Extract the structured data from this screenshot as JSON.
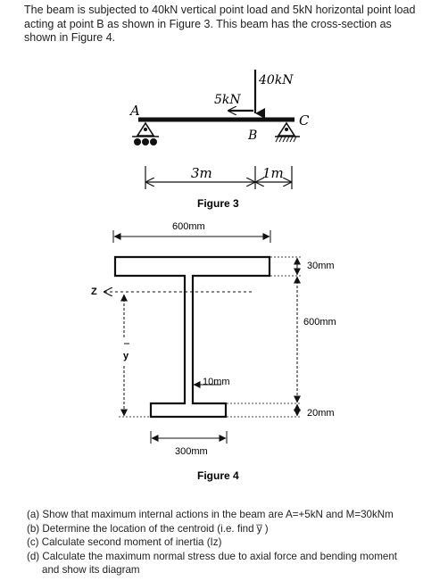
{
  "intro_text": "The beam is subjected to 40kN vertical point load and 5kN horizontal point load acting at point B as shown in Figure 3. This beam has the cross-section as shown in Figure 4.",
  "figure3": {
    "load_vertical": "40kN",
    "load_horizontal": "5kN",
    "point_a": "A",
    "point_b": "B",
    "point_c": "C",
    "span_ab": "3m",
    "span_bc": "1m",
    "caption": "Figure 3"
  },
  "figure4": {
    "top_flange_width": "600mm",
    "top_flange_thickness": "30mm",
    "web_height": "600mm",
    "web_thickness": "10mm",
    "bottom_flange_thickness": "20mm",
    "bottom_flange_width": "300mm",
    "axis_z": "Z",
    "axis_y": "y",
    "caption": "Figure 4"
  },
  "questions": {
    "a": "(a) Show that maximum internal actions in the beam are A=+5kN and M=30kNm",
    "b": "(b) Determine the location of the centroid (i.e. find y̅ )",
    "c": "(c) Calculate second moment of inertia (Iz)",
    "d_line1": "(d) Calculate the maximum normal stress due to axial force and bending moment",
    "d_line2": "and show its diagram"
  }
}
